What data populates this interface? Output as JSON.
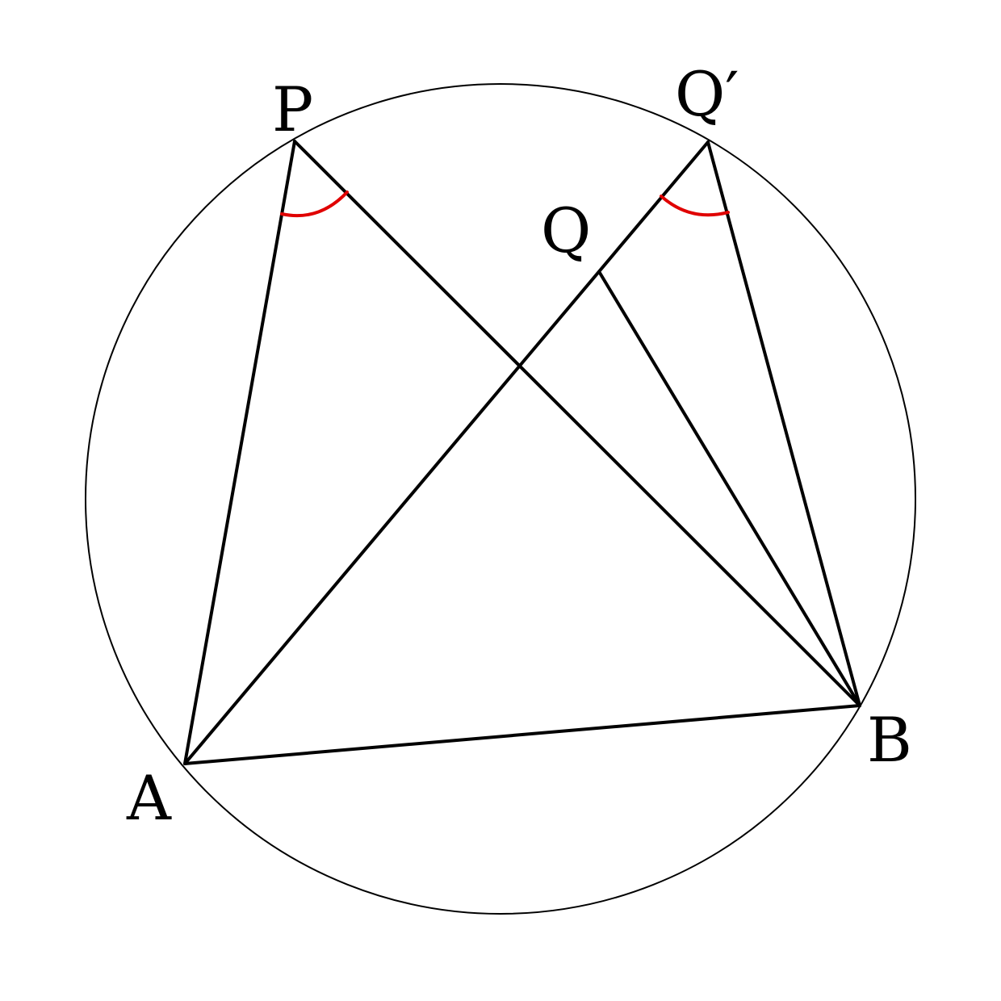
{
  "diagram": {
    "points": {
      "P": {
        "label": "P"
      },
      "Q_prime": {
        "label": "Q′"
      },
      "Q": {
        "label": "Q"
      },
      "A": {
        "label": "A"
      },
      "B": {
        "label": "B"
      }
    },
    "segments": [
      "PA",
      "PB",
      "Q′A",
      "Q′B",
      "QB",
      "AB"
    ],
    "angle_marks": [
      "∠APB",
      "∠AQ′B"
    ],
    "colors": {
      "lines": "#000000",
      "circle": "#000000",
      "angle_mark": "#e00000"
    }
  }
}
